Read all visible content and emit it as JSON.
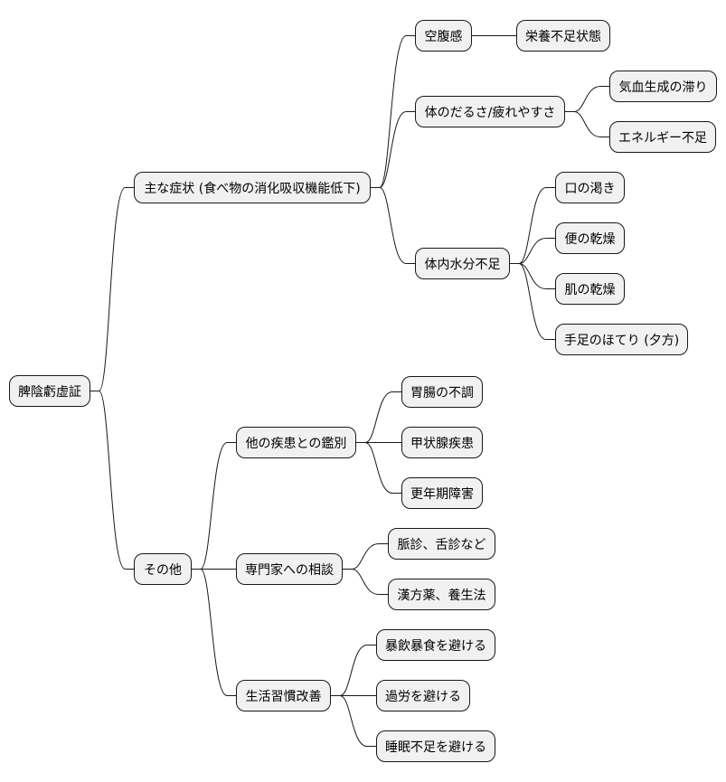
{
  "mindmap": {
    "root": "脾陰虧虚証",
    "branches": [
      {
        "label": "主な症状 (食べ物の消化吸収機能低下)",
        "children": [
          {
            "label": "空腹感",
            "children": [
              "栄養不足状態"
            ]
          },
          {
            "label": "体のだるさ/疲れやすさ",
            "children": [
              "気血生成の滞り",
              "エネルギー不足"
            ]
          },
          {
            "label": "体内水分不足",
            "children": [
              "口の渇き",
              "便の乾燥",
              "肌の乾燥",
              "手足のほてり (夕方)"
            ]
          }
        ]
      },
      {
        "label": "その他",
        "children": [
          {
            "label": "他の疾患との鑑別",
            "children": [
              "胃腸の不調",
              "甲状腺疾患",
              "更年期障害"
            ]
          },
          {
            "label": "専門家への相談",
            "children": [
              "脈診、舌診など",
              "漢方薬、養生法"
            ]
          },
          {
            "label": "生活習慣改善",
            "children": [
              "暴飲暴食を避ける",
              "過労を避ける",
              "睡眠不足を避ける"
            ]
          }
        ]
      }
    ]
  },
  "colors": {
    "node_fill": "#f1f1f1",
    "border": "#181818",
    "line": "#181818"
  }
}
